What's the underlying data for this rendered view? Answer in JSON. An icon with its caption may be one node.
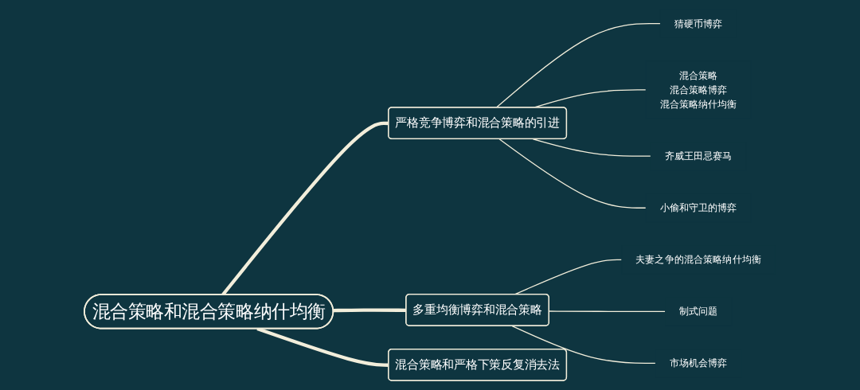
{
  "diagram": {
    "nodes": [
      {
        "text": [
          "混合策略和混合策略纳什均衡"
        ]
      },
      {
        "text": [
          "严格竞争博弈和混合策略的引进"
        ]
      },
      {
        "text": [
          "猜硬币博弈"
        ]
      },
      {
        "text": [
          "混合策略",
          "混合策略博弈",
          "混合策略纳什均衡"
        ]
      },
      {
        "text": [
          "齐威王田忌赛马"
        ]
      },
      {
        "text": [
          "小偷和守卫的博弈"
        ]
      },
      {
        "text": [
          "多重均衡博弈和混合策略"
        ]
      },
      {
        "text": [
          "夫妻之争的混合策略纳什均衡"
        ]
      },
      {
        "text": [
          "制式问题"
        ]
      },
      {
        "text": [
          "市场机会博弈"
        ]
      },
      {
        "text": [
          "混合策略和严格下策反复消去法"
        ]
      }
    ],
    "edges": [
      {
        "from": 0,
        "to": 1,
        "arrow": "none",
        "style": "thick"
      },
      {
        "from": 1,
        "to": 2,
        "arrow": "none"
      },
      {
        "from": 1,
        "to": 3,
        "arrow": "none"
      },
      {
        "from": 1,
        "to": 4,
        "arrow": "none"
      },
      {
        "from": 1,
        "to": 5,
        "arrow": "none"
      },
      {
        "from": 0,
        "to": 6,
        "arrow": "none",
        "style": "thick"
      },
      {
        "from": 6,
        "to": 7,
        "arrow": "none"
      },
      {
        "from": 6,
        "to": 8,
        "arrow": "none"
      },
      {
        "from": 6,
        "to": 9,
        "arrow": "none"
      },
      {
        "from": 0,
        "to": 10,
        "arrow": "none",
        "style": "thick"
      }
    ]
  }
}
